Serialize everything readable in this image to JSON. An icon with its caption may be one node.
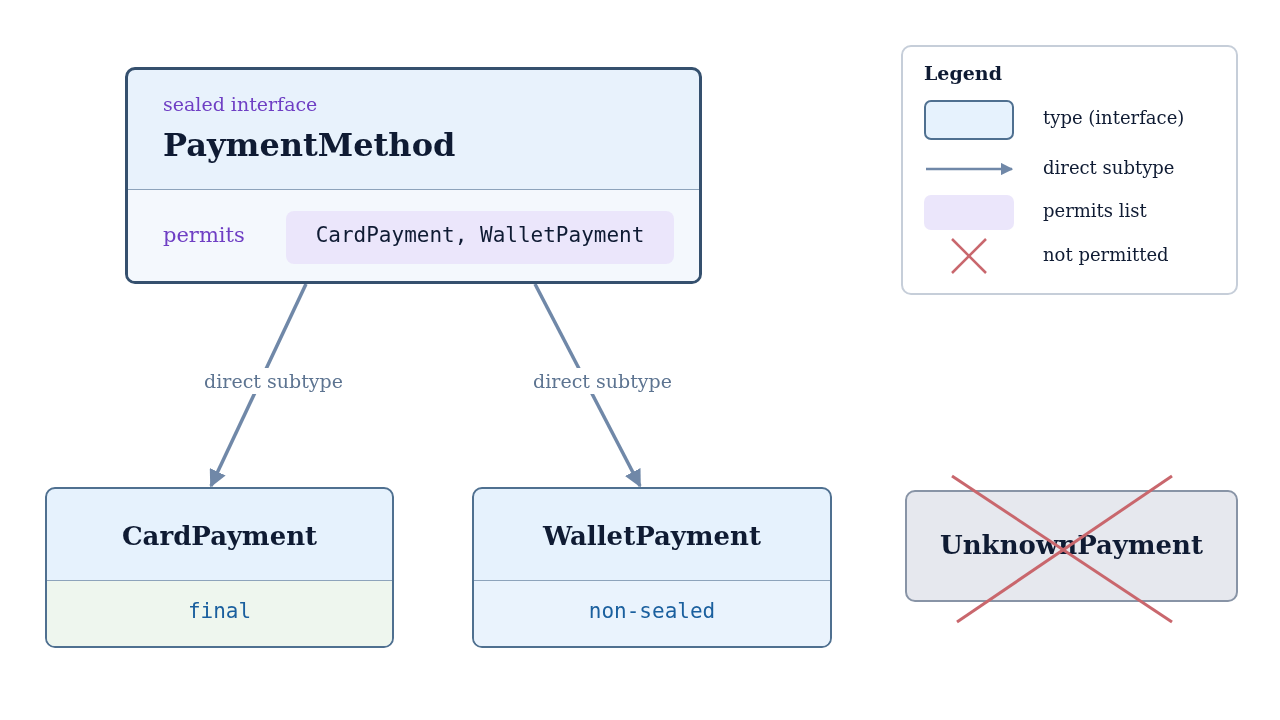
{
  "diagram": {
    "nodes": [
      {
        "text": [
          "sealed interface",
          "PaymentMethod",
          "permits"
        ]
      },
      {
        "text": [
          "CardPayment, WalletPayment"
        ],
        "in": 0
      },
      {
        "text": [
          "CardPayment",
          "final"
        ]
      },
      {
        "text": [
          "WalletPayment",
          "non-sealed"
        ]
      },
      {
        "text": [
          "UnknownPayment"
        ]
      }
    ],
    "edges": [
      {
        "from": 0,
        "to": 2,
        "arrow": "to",
        "label": "direct subtype"
      },
      {
        "from": 0,
        "to": 3,
        "arrow": "to",
        "label": "direct subtype"
      }
    ],
    "labels": [
      "Legend"
    ],
    "legend": [
      {
        "text": "type (interface)"
      },
      {
        "text": "direct subtype"
      },
      {
        "text": "permits list",
        "color": "#ebe6fb"
      },
      {
        "text": "not permitted"
      }
    ]
  }
}
